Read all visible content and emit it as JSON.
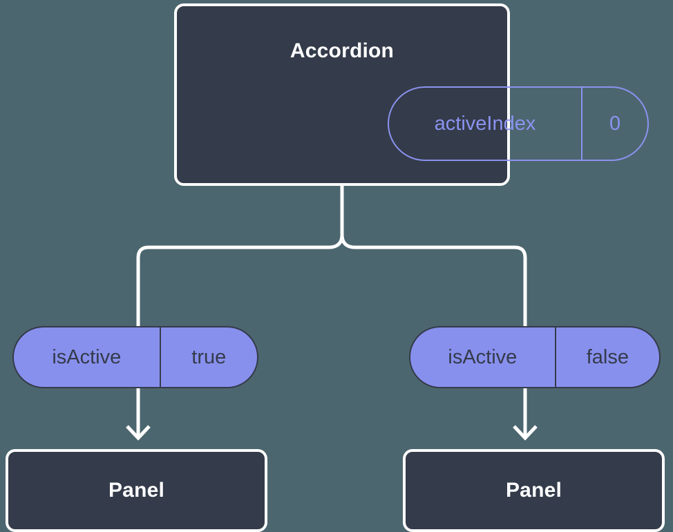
{
  "diagram": {
    "type": "component-state-tree",
    "background_color": "#4c666f",
    "node_fill_color": "#343b4a",
    "node_border_color": "#ffffff",
    "accent_color": "#8890ee",
    "accent_outline_color": "#8b93f0",
    "connector_color": "#ffffff"
  },
  "root": {
    "title": "Accordion",
    "state": {
      "key": "activeIndex",
      "value": "0"
    }
  },
  "branches": [
    {
      "prop": {
        "key": "isActive",
        "value": "true"
      },
      "child": {
        "title": "Panel"
      }
    },
    {
      "prop": {
        "key": "isActive",
        "value": "false"
      },
      "child": {
        "title": "Panel"
      }
    }
  ],
  "connectors": {
    "fork_label": "branching-connector",
    "arrow_left_label": "arrow-to-left-panel",
    "arrow_right_label": "arrow-to-right-panel"
  }
}
